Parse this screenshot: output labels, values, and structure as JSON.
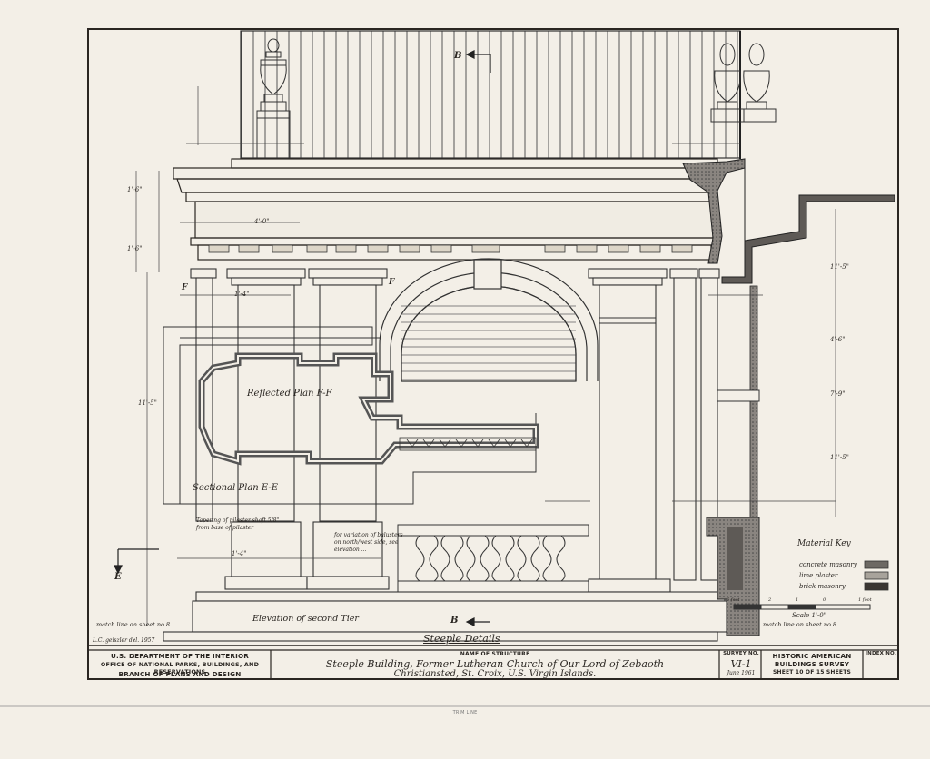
{
  "drawing": {
    "section_marks": {
      "b_top": "B",
      "b_bottom": "B",
      "e": "E",
      "f_left": "F",
      "f_right": "F"
    },
    "labels": {
      "reflected_plan": "Reflected Plan F-F",
      "sectional_plan": "Sectional Plan E-E",
      "elevation_second_tier": "Elevation of second Tier",
      "steeple_details": "Steeple Details",
      "match_left": "match line on sheet no.8",
      "match_right": "match line on sheet no.8",
      "pilaster_note": "Tapering of pilaster shaft 5/8\" from base of pilaster",
      "baluster_note": "for variation of balusters on north/west side, see elevation ..."
    },
    "material_key": {
      "title": "Material Key",
      "items": [
        "concrete masonry",
        "lime plaster",
        "brick masonry"
      ]
    },
    "scale": {
      "label": "Scale 1'-0\"",
      "ticks": [
        "6 feet",
        "2",
        "1",
        "0",
        "1 foot"
      ]
    },
    "dims_left": [
      "1'-6\"",
      "1'-6\"",
      "1'-4\"",
      "1'-4\"",
      "4'-0\"",
      "11'-5\""
    ],
    "dims_right": [
      "11'-5\"",
      "4'-6\"",
      "7'-9\"",
      "11'-5\""
    ],
    "trim_line": "TRIM LINE"
  },
  "title_block": {
    "agency": [
      "U.S. DEPARTMENT OF THE INTERIOR",
      "OFFICE OF NATIONAL PARKS, BUILDINGS, AND RESERVATIONS",
      "BRANCH OF PLANS AND DESIGN"
    ],
    "name_header": "NAME OF STRUCTURE",
    "name_line1": "Steeple Building, Former Lutheran Church of Our Lord of Zebaoth",
    "name_line2": "Christiansted, St. Croix, U.S. Virgin Islands.",
    "survey_header": "SURVEY NO.",
    "survey_no": "VI-1",
    "survey_date": "June 1961",
    "habs": [
      "HISTORIC AMERICAN",
      "BUILDINGS SURVEY"
    ],
    "sheet_text": "SHEET 10 OF 15 SHEETS",
    "index_header": "INDEX NO.",
    "drawn_by": "L.C. geiszler del. 1957"
  }
}
